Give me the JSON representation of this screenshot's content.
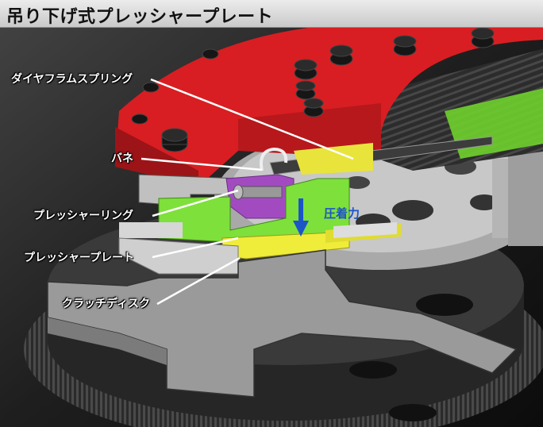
{
  "title": "吊り下げ式プレッシャープレート",
  "labels": {
    "diaphragm_spring": "ダイヤフラムスプリング",
    "spring": "バネ",
    "pressure_ring": "プレッシャーリング",
    "pressure_plate": "プレッシャープレート",
    "clutch_disc": "クラッチディスク",
    "clamping_force": "圧着力"
  },
  "colors": {
    "cover_red": "#d81e22",
    "pressure_ring_purple": "#a24bc1",
    "pressure_plate_green": "#7ee03a",
    "clutch_disc_yellow": "#f0ec3a",
    "flywheel_dark": "#2b2b2b",
    "metal_gray": "#b8b8b8",
    "force_arrow_blue": "#1c55c8"
  }
}
